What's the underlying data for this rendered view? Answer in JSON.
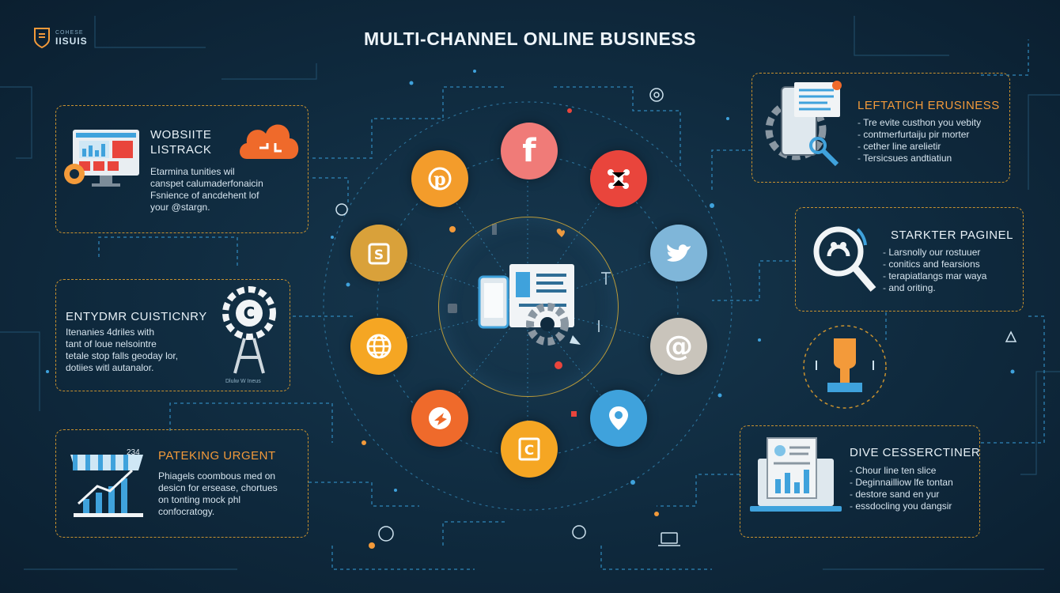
{
  "header": {
    "title": "MULTI-CHANNEL ONLINE BUSINESS",
    "logo_small": "COHESE",
    "logo_text": "IISUIS"
  },
  "panels": {
    "website": {
      "title_line1": "WOBSIITE",
      "title_line2": "LISTRACK",
      "lines": [
        "Etarmina tunities wil",
        "canspet calumaderfonaicin",
        "Fsnience of ancdehent lof",
        "your @stargn."
      ]
    },
    "entydmr": {
      "title": "ENTYDMR CUISTICNRY",
      "lines": [
        "Itenanies 4driles with",
        "tant of loue nelsointre",
        "tetale stop falls geoday lor,",
        "dotiies witl autanalor."
      ],
      "footnote": "Dlulw W Ineus"
    },
    "pateking": {
      "title": "PATEKING URGENT",
      "badge": "234",
      "lines": [
        "Phiagels coombous med on",
        "desicn for ersease, chortues",
        "on tonting mock phl",
        "confocratogy."
      ]
    },
    "leftatich": {
      "title": "LEFTATICH ERUSINESS",
      "lines": [
        "Tre evite custhon you vebity",
        "contmerfurtaiju pir morter",
        "cether line arelietir",
        "Tersicsues andtiatiun"
      ]
    },
    "starkter": {
      "title": "STARKTER PAGINEL",
      "lines": [
        "Larsnolly our rostuuer",
        "conitics and fearsions",
        "terapiatlangs mar waya",
        "and oriting."
      ]
    },
    "dive": {
      "title": "DIVE CESSERCTINER",
      "lines": [
        "Chour line ten slice",
        "Deginnailliow lfe tontan",
        "destore sand en yur",
        "essdocling you dangsir"
      ]
    }
  },
  "channels": [
    {
      "name": "facebook",
      "glyph": "f",
      "color": "#f07b78"
    },
    {
      "name": "google",
      "glyph": "",
      "color": "#e9453c"
    },
    {
      "name": "twitter",
      "glyph": "",
      "color": "#7fb6d9"
    },
    {
      "name": "email",
      "glyph": "@",
      "color": "#c9c4bb"
    },
    {
      "name": "location",
      "glyph": "",
      "color": "#3fa2dc"
    },
    {
      "name": "content",
      "glyph": "C",
      "color": "#f5a623"
    },
    {
      "name": "share",
      "glyph": "",
      "color": "#ef6a2b"
    },
    {
      "name": "web",
      "glyph": "",
      "color": "#f5a623"
    },
    {
      "name": "store",
      "glyph": "S",
      "color": "#d9a13a"
    },
    {
      "name": "pinterest",
      "glyph": "p",
      "color": "#f39c2b"
    }
  ],
  "colors": {
    "panel_border": "#c8912f",
    "accent_orange": "#f39a3a",
    "accent_blue": "#3fa2dc",
    "background": "#0f2a3e"
  }
}
